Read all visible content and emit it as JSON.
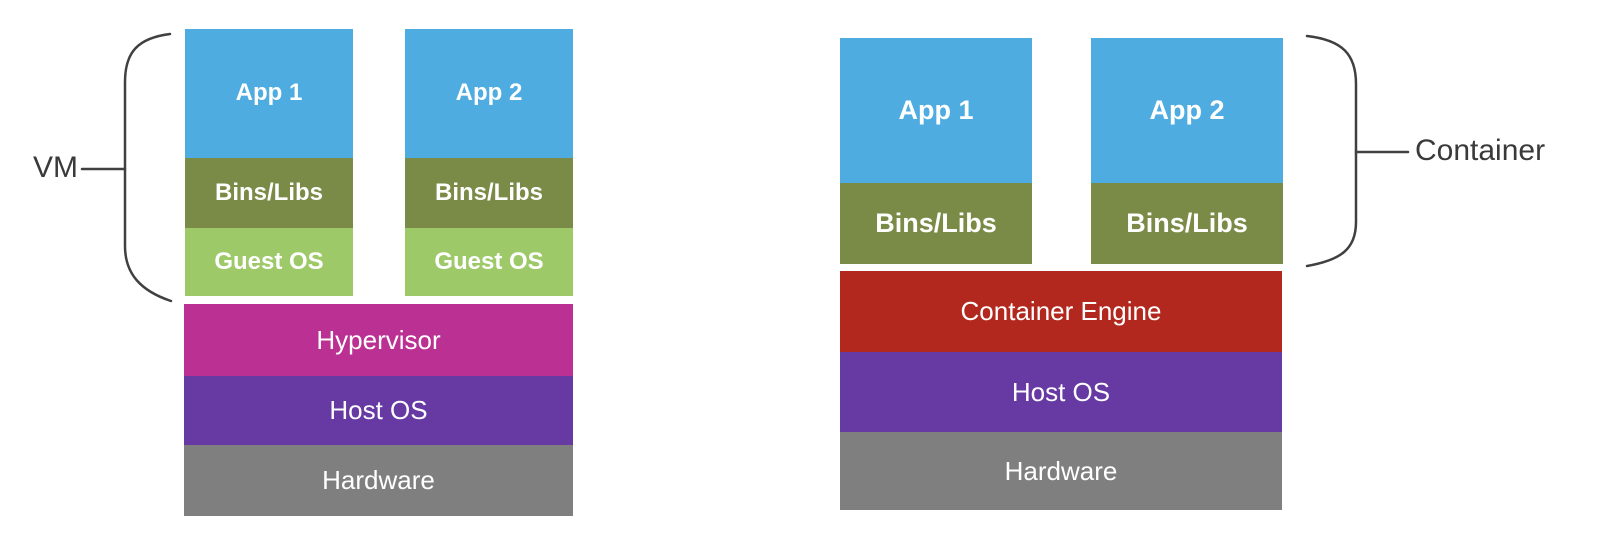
{
  "vm_section": {
    "bracket_label": "VM",
    "stacks": [
      {
        "app": "App 1",
        "bins_libs": "Bins/Libs",
        "guest_os": "Guest OS"
      },
      {
        "app": "App 2",
        "bins_libs": "Bins/Libs",
        "guest_os": "Guest OS"
      }
    ],
    "platform_layers": [
      "Hypervisor",
      "Host OS",
      "Hardware"
    ]
  },
  "container_section": {
    "bracket_label": "Container",
    "stacks": [
      {
        "app": "App 1",
        "bins_libs": "Bins/Libs"
      },
      {
        "app": "App 2",
        "bins_libs": "Bins/Libs"
      }
    ],
    "platform_layers": [
      "Container Engine",
      "Host OS",
      "Hardware"
    ]
  },
  "colors": {
    "app_blue": "#4FACE1",
    "bins_libs_olive": "#7A8B47",
    "guest_os_green": "#9DC969",
    "hypervisor_magenta": "#BB3193",
    "host_os_purple": "#6639A3",
    "hardware_gray": "#7F7F7F",
    "container_engine_red": "#B2281E",
    "bracket_line_gray": "#404040",
    "bracket_label_gray": "#3A3A3A"
  }
}
